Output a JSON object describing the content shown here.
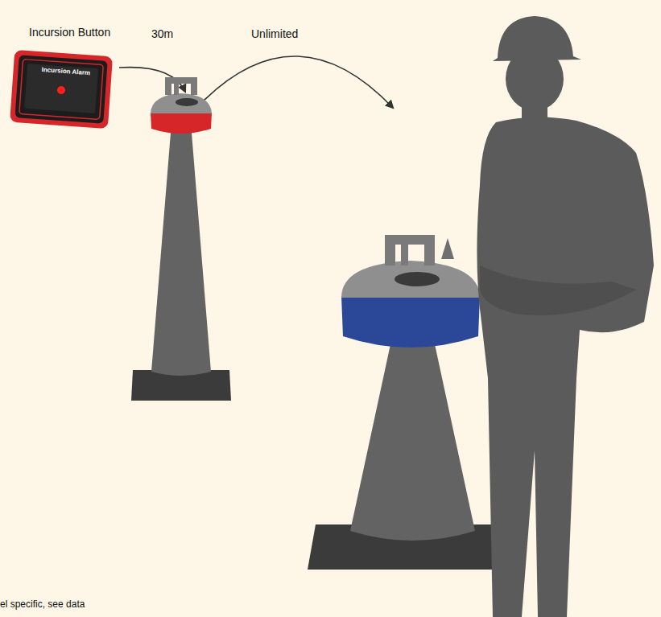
{
  "diagram": {
    "nodes": [
      {
        "text": [
          "Incursion Button",
          "Incursion Alarm"
        ]
      }
    ],
    "labels": [
      "30m",
      "Unlimited",
      "el specific, see data"
    ]
  }
}
